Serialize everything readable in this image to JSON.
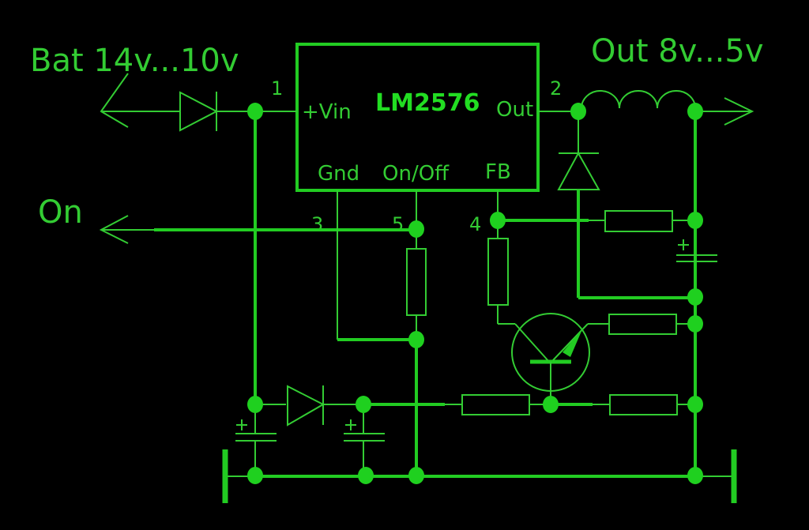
{
  "diagram": {
    "type": "circuit-schematic",
    "labels": {
      "battery": "Bat 14v...10v",
      "output": "Out 8v...5v",
      "on": "On"
    },
    "chip": {
      "name": "LM2576",
      "pins": {
        "vin": "+Vin",
        "out": "Out",
        "gnd": "Gnd",
        "onoff": "On/Off",
        "fb": "FB"
      },
      "pin_numbers": {
        "vin": "1",
        "out": "2",
        "gnd": "3",
        "fb": "4",
        "onoff": "5"
      }
    },
    "components": [
      {
        "id": "D1",
        "type": "diode",
        "role": "input reverse-polarity protection"
      },
      {
        "id": "D2",
        "type": "diode",
        "role": "catch diode (Schottky)"
      },
      {
        "id": "D3",
        "type": "diode",
        "role": "charge pump diode"
      },
      {
        "id": "L1",
        "type": "inductor"
      },
      {
        "id": "R1",
        "type": "resistor",
        "role": "on/off pull"
      },
      {
        "id": "R2",
        "type": "resistor",
        "role": "feedback upper"
      },
      {
        "id": "R3",
        "type": "resistor",
        "role": "feedback to output"
      },
      {
        "id": "R4",
        "type": "resistor",
        "role": "emitter resistor"
      },
      {
        "id": "R5",
        "type": "resistor",
        "role": "base resistor"
      },
      {
        "id": "R6",
        "type": "resistor",
        "role": "base to output"
      },
      {
        "id": "Q1",
        "type": "transistor"
      },
      {
        "id": "C1",
        "type": "capacitor-polarized",
        "role": "input"
      },
      {
        "id": "C2",
        "type": "capacitor-polarized",
        "role": "charge pump"
      },
      {
        "id": "C3",
        "type": "capacitor-polarized",
        "role": "output"
      }
    ],
    "colors": {
      "background": "#000000",
      "trace": "#22cc22"
    }
  }
}
